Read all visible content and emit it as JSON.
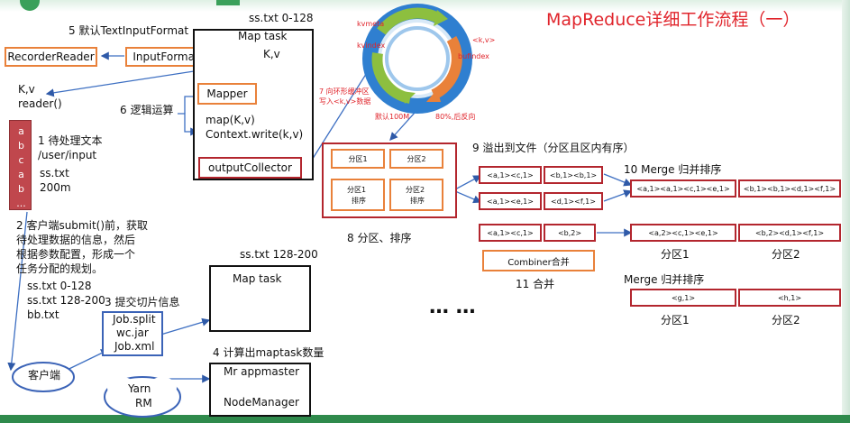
{
  "title": "MapReduce详细工作流程（一）",
  "steps": {
    "s1": [
      "1 待处理文本",
      "/user/input",
      "ss.txt",
      "200m"
    ],
    "s2": [
      "2 客户端submit()前，获取",
      "待处理数据的信息，然后",
      "根据参数配置，形成一个",
      "任务分配的规划。"
    ],
    "s2_files": [
      "ss.txt  0-128",
      "ss.txt  128-200",
      "bb.txt"
    ],
    "s3": "3 提交切片信息",
    "s4": "4 计算出maptask数量",
    "s5": "5 默认TextInputFormat",
    "s6": "6 逻辑运算",
    "s7": [
      "7 向环形缓冲区",
      "写入<k,v>数据"
    ],
    "s8": "8 分区、排序",
    "s9": "9 溢出到文件（分区且区内有序）",
    "s10": "10 Merge 归并排序",
    "s11": "11 合并"
  },
  "file_chars": [
    "a",
    "b",
    "c",
    "a",
    "b",
    "..."
  ],
  "left": {
    "recorder_reader": "RecorderReader",
    "input_format": "InputFormat",
    "kv": "K,v",
    "reader": "reader()"
  },
  "job": [
    "Job.split",
    "wc.jar",
    "Job.xml"
  ],
  "client": "客户端",
  "yarn": [
    "Yarn",
    "RM"
  ],
  "mr_appmaster": "Mr appmaster",
  "node_manager": "NodeManager",
  "maptask1": {
    "file": "ss.txt 0-128",
    "title": "Map task",
    "kv": "K,v",
    "mapper": "Mapper",
    "map_call": "map(K,v)",
    "ctx": "Context.write(k,v)",
    "collector": "outputCollector"
  },
  "maptask2": {
    "file": "ss.txt 128-200",
    "title": "Map task"
  },
  "ellipsis": "… …",
  "ring": {
    "kvmeta": "kvmeta",
    "kvindex": "kvindex",
    "kv": "<k,v>",
    "bufindex": "bufindex",
    "default": "默认100M",
    "reverse": "80%,后反向"
  },
  "partition_box": {
    "p1": "分区1",
    "p2": "分区2",
    "p1s": [
      "分区1",
      "排序"
    ],
    "p2s": [
      "分区2",
      "排序"
    ]
  },
  "spill_rows": [
    [
      "<a,1><c,1>",
      "<b,1><b,1>"
    ],
    [
      "<a,1><e,1>",
      "<d,1><f,1>"
    ],
    [
      "<a,1><c,1>",
      "<b,2>"
    ]
  ],
  "merge_row1": [
    "<a,1><a,1><c,1><e,1>",
    "<b,1><b,1><d,1><f,1>"
  ],
  "merge_row2": [
    "<a,2><c,1><e,1>",
    "<b,2><d,1><f,1>"
  ],
  "merge_labels": [
    "分区1",
    "分区2"
  ],
  "combiner": "Combiner合并",
  "merge2_title": "Merge 归并排序",
  "merge3_row": [
    "<g,1>",
    "<h,1>"
  ],
  "merge3_labels": [
    "分区1",
    "分区2"
  ],
  "colors": {
    "accent_red": "#e0242b",
    "orange": "#e9813a",
    "dark_red": "#b3262e",
    "blue": "#3b63b7",
    "file_fill": "#c0474d",
    "ring_blue": "#2f7fd0",
    "ring_green": "#8dbf3f",
    "ring_orange": "#e9813a"
  }
}
